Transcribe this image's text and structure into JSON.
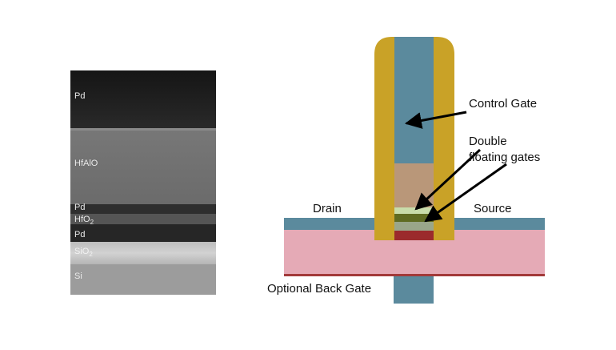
{
  "tem_image": {
    "layers": [
      {
        "label": "Pd",
        "sub": ""
      },
      {
        "label": "HfAlO",
        "sub": ""
      },
      {
        "label": "Pd",
        "sub": ""
      },
      {
        "label": "HfO",
        "sub": "2"
      },
      {
        "label": "Pd",
        "sub": ""
      },
      {
        "label": "SiO",
        "sub": "2"
      },
      {
        "label": "Si",
        "sub": ""
      }
    ]
  },
  "device_diagram": {
    "labels": {
      "control_gate": "Control Gate",
      "double_floating_gates_line1": "Double",
      "double_floating_gates_line2": "floating gates",
      "drain": "Drain",
      "source": "Source",
      "optional_back_gate": "Optional Back Gate"
    },
    "colors": {
      "spacer": "#c9a227",
      "gate_core": "#5b8a9d",
      "tan_layer": "#b99779",
      "floating_gate_light": "#c8dcaa",
      "floating_gate_dark": "#5f6b22",
      "floating_gate_gray": "#9aa68a",
      "bottom_gate_layer": "#9b2a2c",
      "drain_source": "#5b8a9d",
      "substrate": "#e5aab6",
      "back_gate_line": "#a33a3a",
      "back_gate_stub": "#5b8a9d"
    }
  }
}
